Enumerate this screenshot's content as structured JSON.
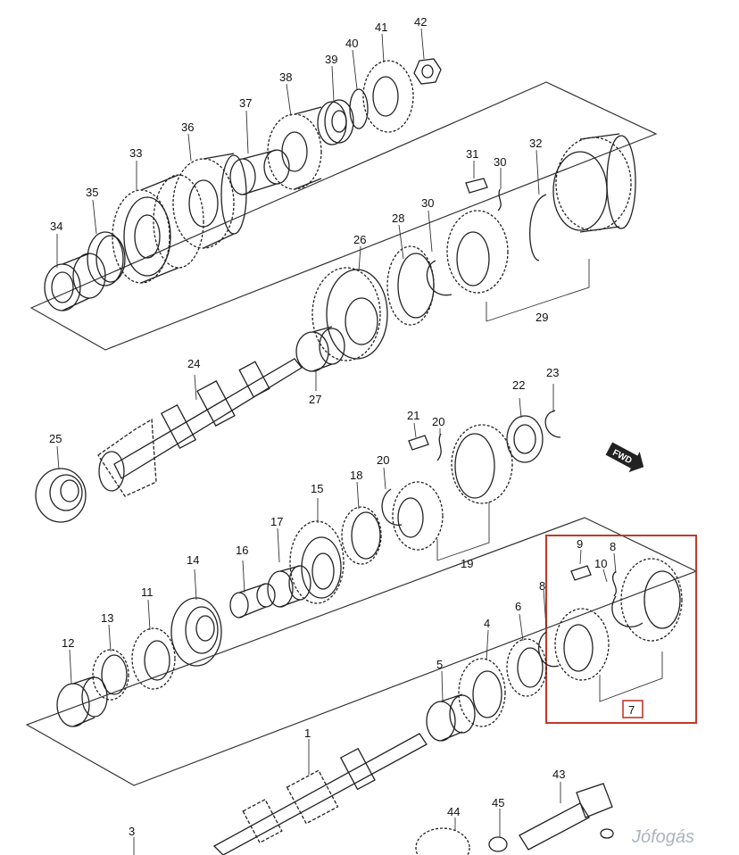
{
  "diagram": {
    "callouts": [
      "1",
      "3",
      "4",
      "5",
      "6",
      "7",
      "8",
      "8",
      "9",
      "10",
      "11",
      "12",
      "13",
      "14",
      "15",
      "16",
      "17",
      "18",
      "19",
      "20",
      "20",
      "21",
      "22",
      "23",
      "24",
      "25",
      "26",
      "27",
      "28",
      "29",
      "30",
      "30",
      "31",
      "32",
      "33",
      "34",
      "35",
      "36",
      "37",
      "38",
      "39",
      "40",
      "41",
      "42",
      "43",
      "44",
      "45"
    ],
    "direction_badge": "FWD",
    "highlight_color": "#c0392b",
    "watermark": "Jófogás"
  }
}
